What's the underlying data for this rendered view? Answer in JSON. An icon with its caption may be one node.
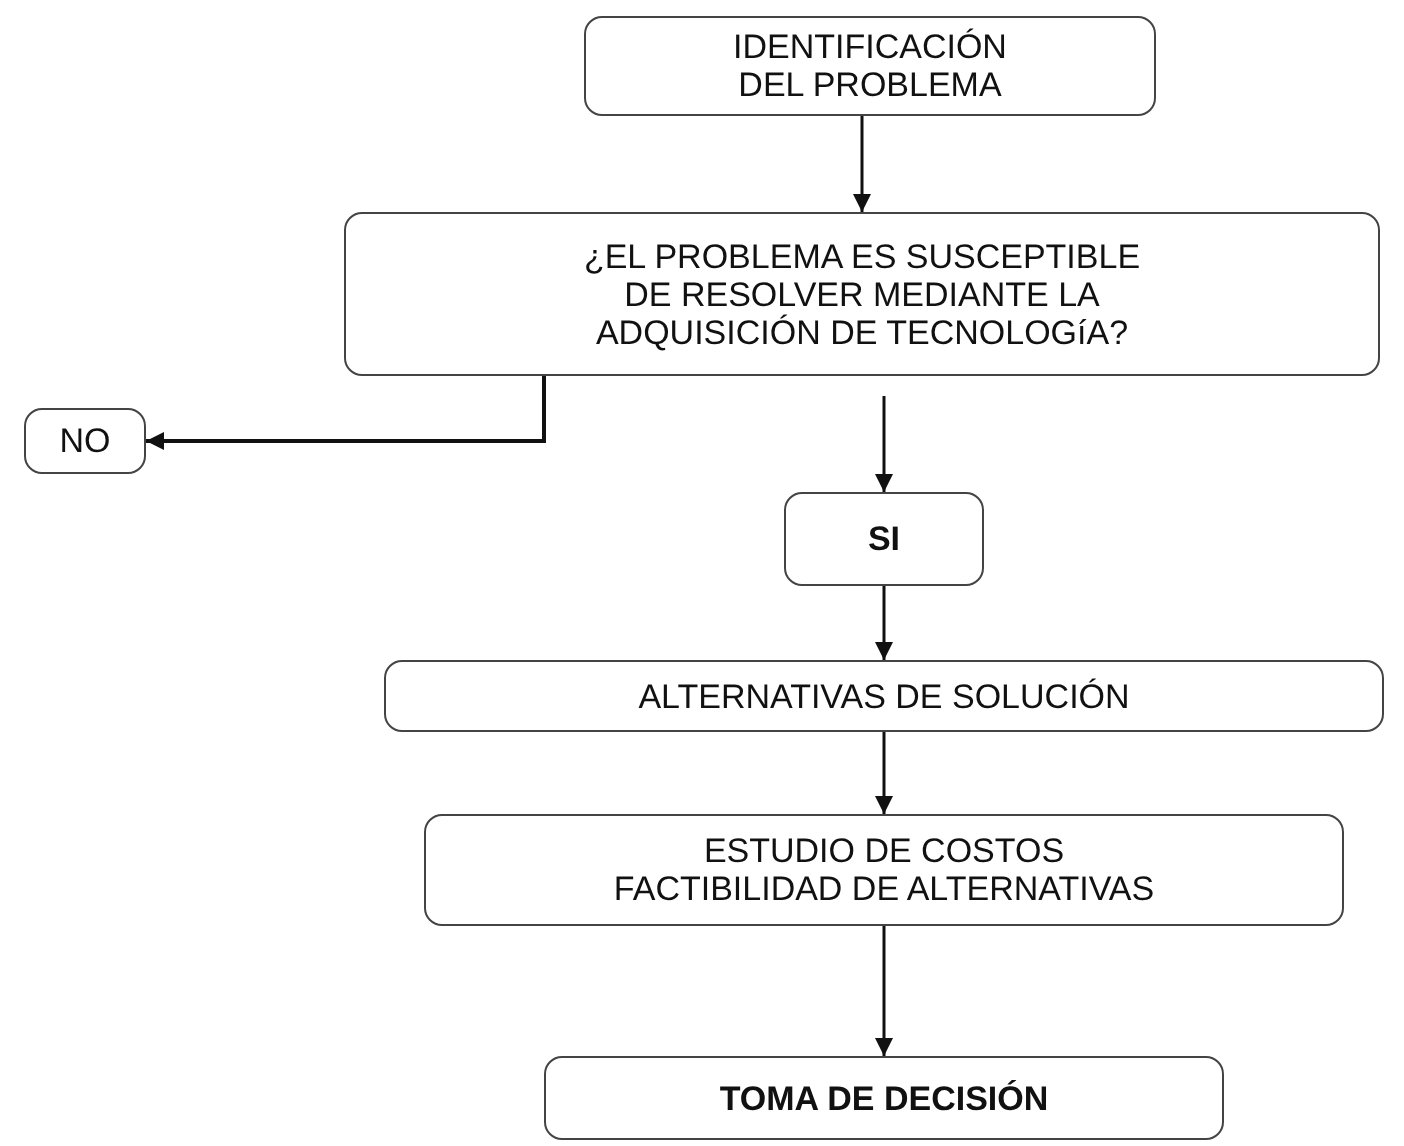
{
  "diagram": {
    "nodes": [
      {
        "text": [
          "IDENTIFICACIÓN DEL PROBLEMA"
        ]
      },
      {
        "text": [
          "¿EL PROBLEMA ES SUSCEPTIBLE DE RESOLVER MEDIANTE LA ADQUISICIÓN DE TECNOLOGíA?"
        ]
      },
      {
        "text": [
          "NO"
        ]
      },
      {
        "text": [
          "SI"
        ]
      },
      {
        "text": [
          "ALTERNATIVAS DE SOLUCIÓN"
        ]
      },
      {
        "text": [
          "ESTUDIO DE COSTOS FACTIBILIDAD DE ALTERNATIVAS"
        ]
      },
      {
        "text": [
          "TOMA DE DECISIÓN"
        ]
      }
    ],
    "edges": [
      {
        "from": 0,
        "to": 1,
        "arrow": "to"
      },
      {
        "from": 1,
        "to": 2,
        "arrow": "to"
      },
      {
        "from": 1,
        "to": 3,
        "arrow": "to"
      },
      {
        "from": 3,
        "to": 4,
        "arrow": "to"
      },
      {
        "from": 4,
        "to": 5,
        "arrow": "to"
      },
      {
        "from": 5,
        "to": 6,
        "arrow": "to"
      }
    ]
  }
}
